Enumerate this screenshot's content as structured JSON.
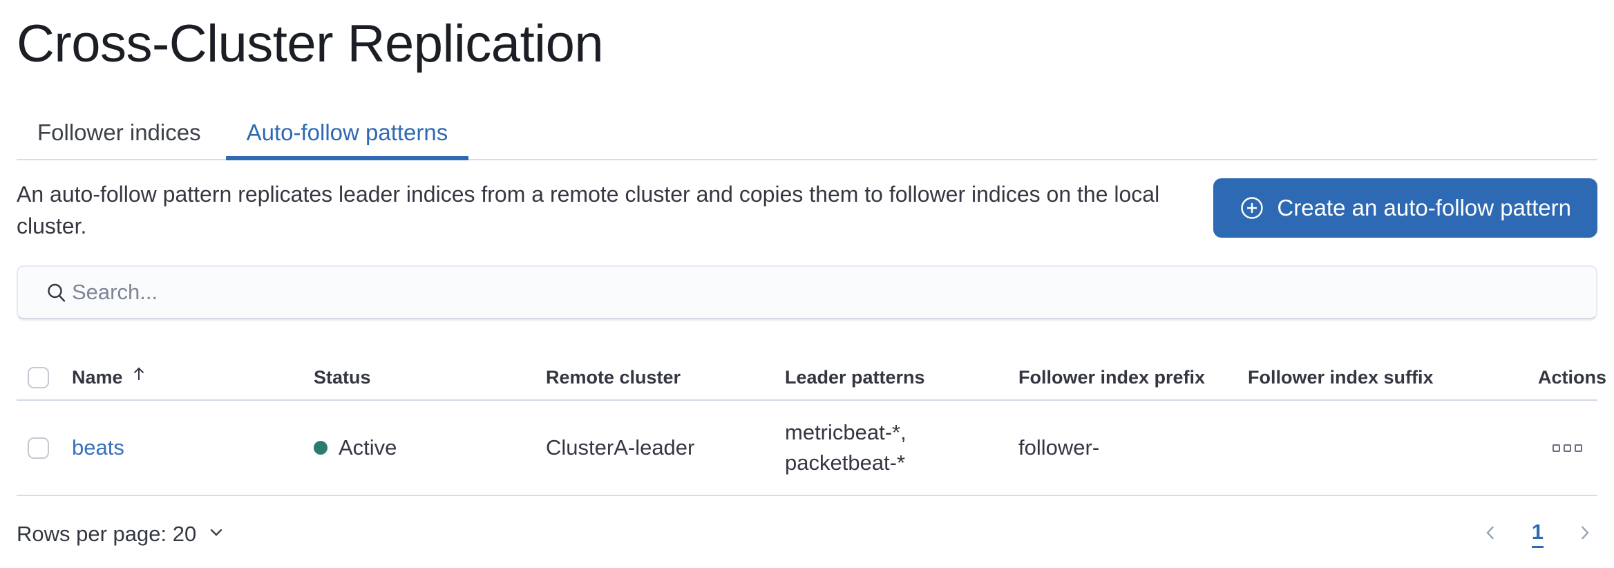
{
  "colors": {
    "primary_blue": "#2e6ab3",
    "link_blue": "#3470bd",
    "status_active_teal": "#2b7c6f",
    "text_dark": "#343741",
    "divider_gray": "#d6dbe8"
  },
  "header": {
    "title": "Cross-Cluster Replication"
  },
  "tabs": [
    {
      "label": "Follower indices",
      "active": false
    },
    {
      "label": "Auto-follow patterns",
      "active": true
    }
  ],
  "intro": {
    "description": "An auto-follow pattern replicates leader indices from a remote cluster and copies them to follower indices on the local cluster."
  },
  "toolbar": {
    "create_button_label": "Create an auto-follow pattern"
  },
  "search": {
    "placeholder": "Search..."
  },
  "table": {
    "columns": [
      {
        "label": "Name"
      },
      {
        "label": "Status"
      },
      {
        "label": "Remote cluster"
      },
      {
        "label": "Leader patterns"
      },
      {
        "label": "Follower index prefix"
      },
      {
        "label": "Follower index suffix"
      },
      {
        "label": "Actions"
      }
    ],
    "sort": {
      "column": "Name",
      "direction": "ascending"
    },
    "rows": [
      {
        "name": "beats",
        "status": "Active",
        "remote_cluster": "ClusterA-leader",
        "leader_patterns": "metricbeat-*, packetbeat-*",
        "follower_index_prefix": "follower-",
        "follower_index_suffix": ""
      }
    ]
  },
  "footer": {
    "rows_per_page": "Rows per page: 20",
    "pagination": {
      "current_page": "1"
    }
  }
}
